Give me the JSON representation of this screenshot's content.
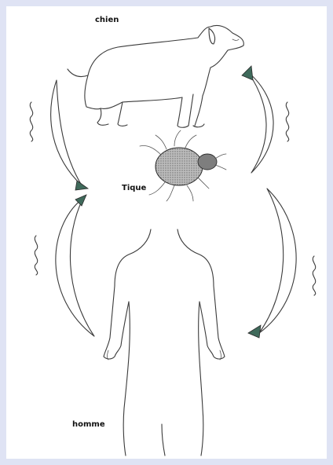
{
  "labels": {
    "dog": "chien",
    "tick": "Tique",
    "human": "homme"
  },
  "colors": {
    "background": "#dfe3f4",
    "panel": "#ffffff",
    "line": "#3a3a3a",
    "arrowhead": "#3f6a5b",
    "tick_body": "#8a8a8a"
  },
  "icons": [
    "dog-drawing",
    "tick-drawing",
    "human-drawing",
    "cycle-arrow",
    "wave-squiggle"
  ]
}
